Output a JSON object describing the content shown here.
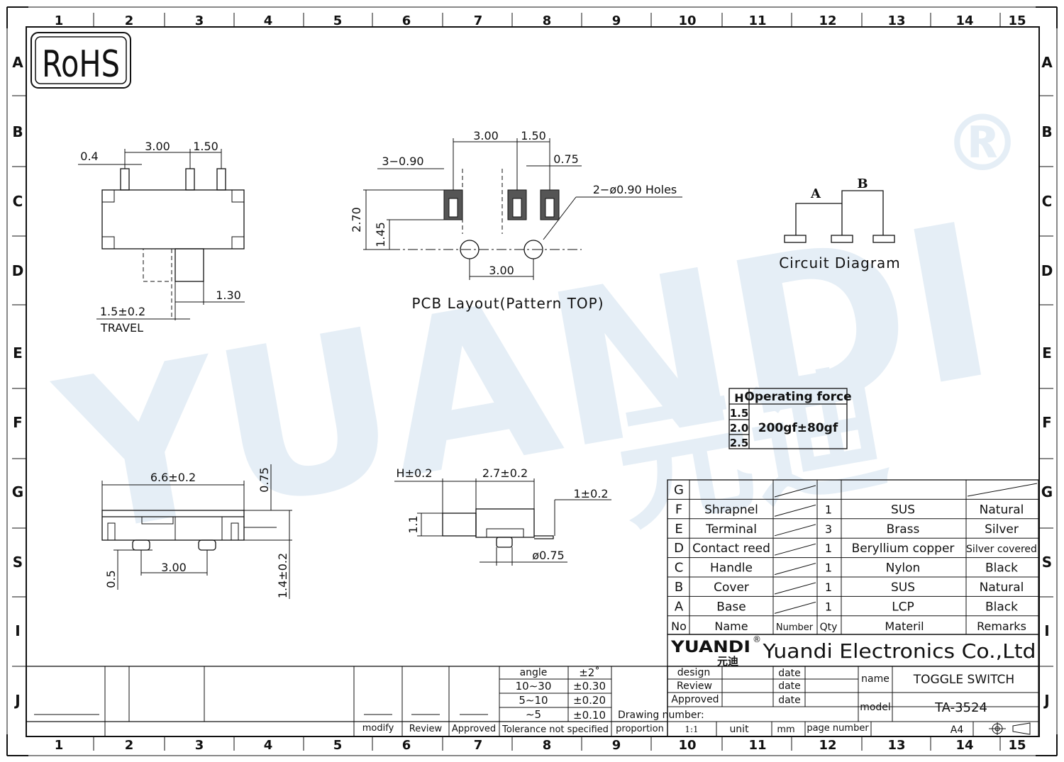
{
  "logo": {
    "rohs": "RoHS",
    "watermark": "YUANDI",
    "watermark_cn": "元迪",
    "registered": "®"
  },
  "frame": {
    "cols": [
      "1",
      "2",
      "3",
      "4",
      "5",
      "6",
      "7",
      "8",
      "9",
      "10",
      "11",
      "12",
      "13",
      "14",
      "15"
    ],
    "rows": [
      "A",
      "B",
      "C",
      "D",
      "E",
      "F",
      "G",
      "S",
      "I",
      "J"
    ]
  },
  "top_view": {
    "d1": "0.4",
    "d2": "3.00",
    "d3": "1.50",
    "d4": "1.30",
    "d5": "1.5±0.2",
    "travel": "TRAVEL"
  },
  "pcb": {
    "d1": "3.00",
    "d2": "1.50",
    "d3": "3−0.90",
    "d4": "0.75",
    "holes": "2−ø0.90  Holes",
    "d5": "2.70",
    "d6": "1.45",
    "d7": "3.00",
    "caption": "PCB  Layout(Pattern  TOP)"
  },
  "circuit": {
    "a": "A",
    "b": "B",
    "caption": "Circuit  Diagram"
  },
  "force_table": {
    "h_header": "H",
    "force_header": "Operating force",
    "heights": [
      "1.5",
      "2.0",
      "2.5"
    ],
    "force": "200gf±80gf"
  },
  "front_view": {
    "d1": "6.6±0.2",
    "d2": "0.75",
    "d3": "0.5",
    "d4": "3.00",
    "d5": "1.4±0.2"
  },
  "side_view": {
    "d1": "H±0.2",
    "d2": "2.7±0.2",
    "d3": "1±0.2",
    "d4": "1.1",
    "d5": "ø0.75"
  },
  "bom": {
    "rows": [
      {
        "no": "G",
        "name": "",
        "qty": "",
        "material": "",
        "remarks": ""
      },
      {
        "no": "F",
        "name": "Shrapnel",
        "qty": "1",
        "material": "SUS",
        "remarks": "Natural"
      },
      {
        "no": "E",
        "name": "Terminal",
        "qty": "3",
        "material": "Brass",
        "remarks": "Silver"
      },
      {
        "no": "D",
        "name": "Contact reed",
        "qty": "1",
        "material": "Beryllium copper",
        "remarks": "Silver covered"
      },
      {
        "no": "C",
        "name": "Handle",
        "qty": "1",
        "material": "Nylon",
        "remarks": "Black"
      },
      {
        "no": "B",
        "name": "Cover",
        "qty": "1",
        "material": "SUS",
        "remarks": "Natural"
      },
      {
        "no": "A",
        "name": "Base",
        "qty": "1",
        "material": "LCP",
        "remarks": "Black"
      }
    ],
    "header": {
      "no": "No",
      "name": "Name",
      "number": "Number",
      "qty": "Qty",
      "material": "Materil",
      "remarks": "Remarks"
    }
  },
  "company": {
    "brand": "YUANDI",
    "brand_cn": "元迪",
    "reg": "®",
    "name": "Yuandi Electronics Co.,Ltd"
  },
  "tolerance": {
    "angle": "angle",
    "angle_tol": "±2˚",
    "r1": "10∼30",
    "r1_tol": "±0.30",
    "r2": "5∼10",
    "r2_tol": "±0.20",
    "r3": "∼5",
    "r3_tol": "±0.10",
    "note": "Tolerance not specified",
    "modify": "modify",
    "review": "Review",
    "approved": "Approved"
  },
  "title_block": {
    "design": "design",
    "review": "Review",
    "approved": "Approved",
    "date": "date",
    "drawing_number": "Drawing number:",
    "proportion": "proportion",
    "scale": "1:1",
    "unit": "unit",
    "unit_val": "mm",
    "page_number": "page number",
    "paper": "A4",
    "name_label": "name",
    "name_val": "TOGGLE SWITCH",
    "model_label": "model",
    "model_val": "TA-3524"
  }
}
